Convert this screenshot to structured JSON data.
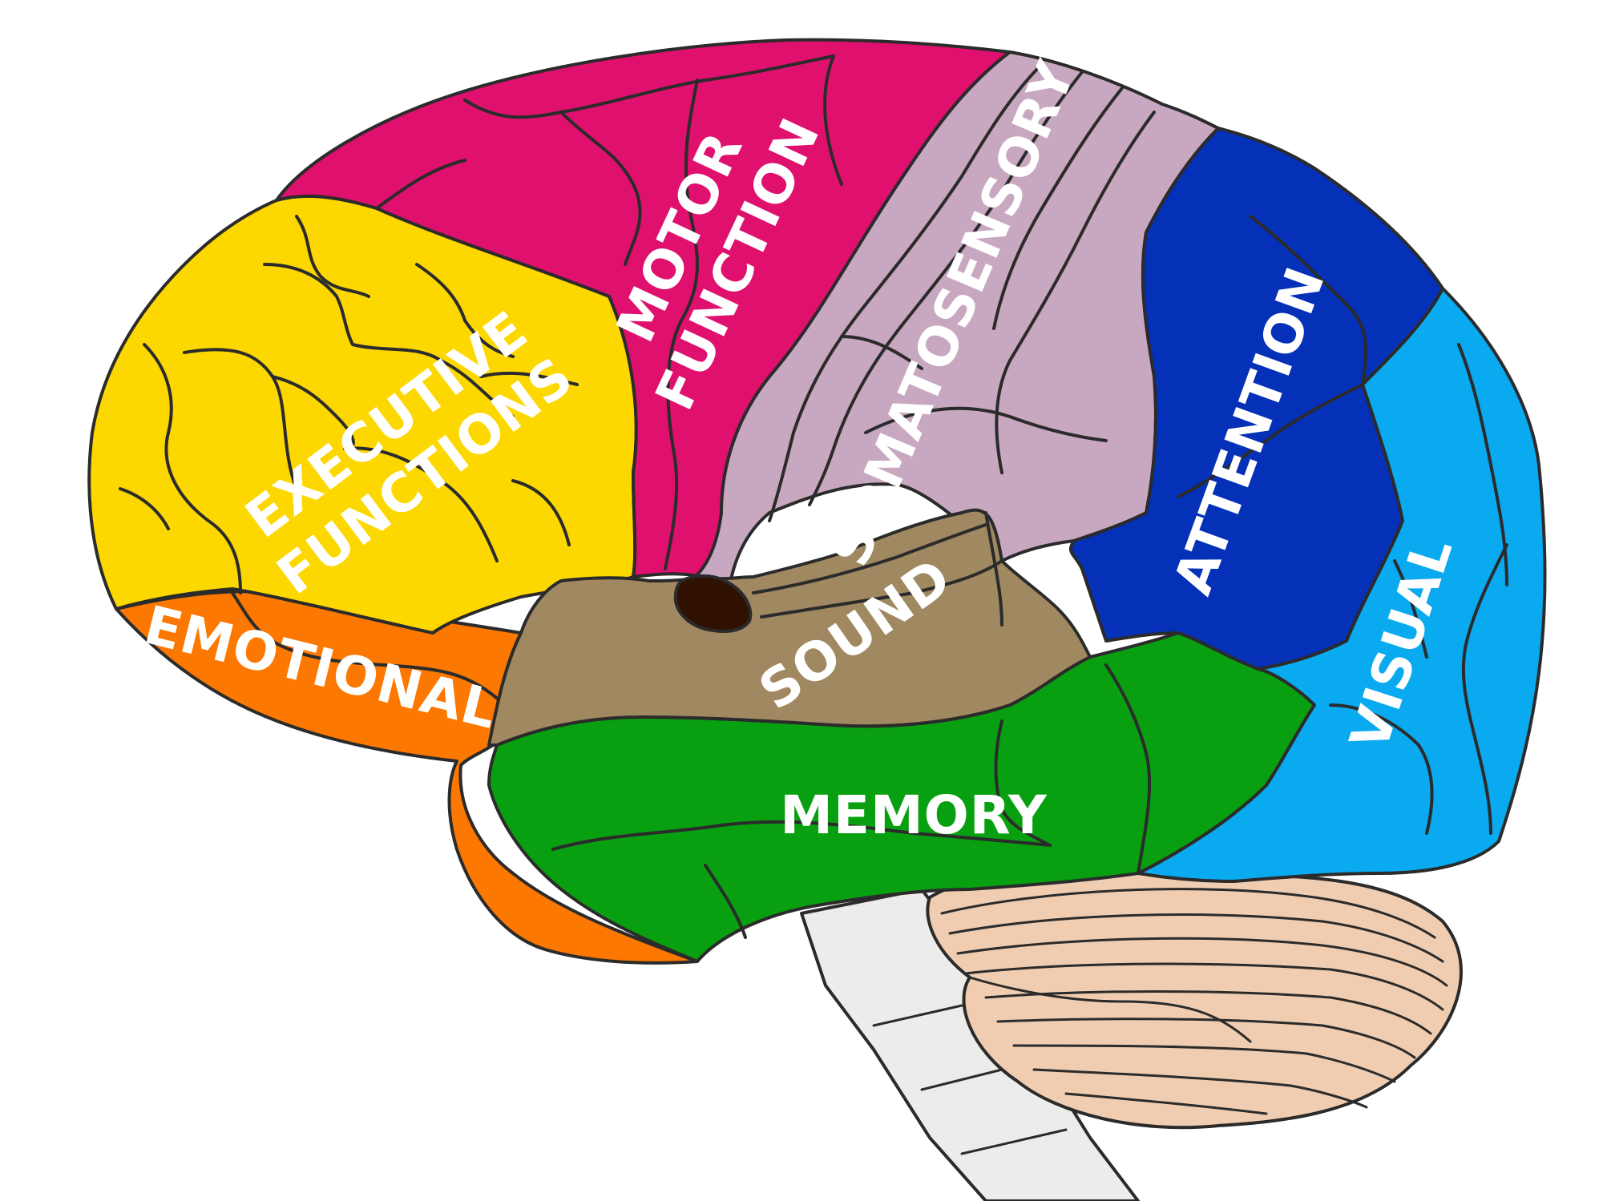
{
  "regions": {
    "executive": {
      "label_1": "EXECUTIVE",
      "label_2": "FUNCTIONS",
      "color": "#fcd800"
    },
    "motor": {
      "label_1": "MOTOR",
      "label_2": "FUNCTION",
      "color": "#e0106e"
    },
    "somatosensory": {
      "label": "SOMATOSENSORY",
      "color": "#c8a8c0"
    },
    "attention": {
      "label": "ATTENTION",
      "color": "#0530b8"
    },
    "visual": {
      "label": "VISUAL",
      "color": "#0aaaf0"
    },
    "sound": {
      "label": "SOUND",
      "color": "#a08860"
    },
    "emotional": {
      "label": "EMOTIONAL",
      "color": "#fc7800"
    },
    "memory": {
      "label": "MEMORY",
      "color": "#08a010"
    },
    "cerebellum": {
      "color": "#f0cdb0"
    },
    "brainstem": {
      "color": "#ececea"
    },
    "insula": {
      "color": "#301000"
    }
  }
}
